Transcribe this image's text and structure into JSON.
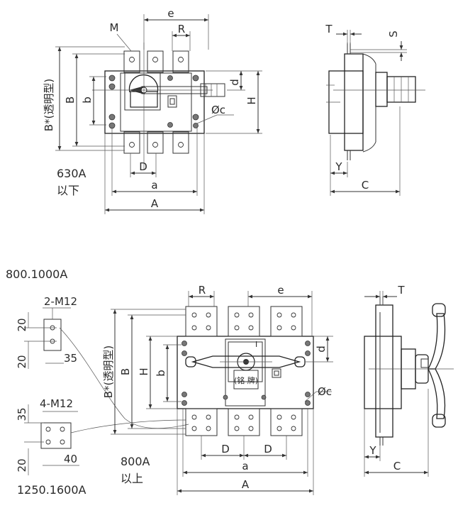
{
  "top": {
    "dims": {
      "e": "e",
      "M": "M",
      "R": "R",
      "d": "d",
      "H": "H",
      "B": "B",
      "b": "b",
      "Bt": "B*(透明型)",
      "c": "Øc",
      "D": "D",
      "a": "a",
      "A": "A"
    },
    "rating": [
      "630A",
      "以下"
    ],
    "side": {
      "T": "T",
      "S": "S",
      "Y": "Y",
      "C": "C"
    }
  },
  "bottom": {
    "title": "800.1000A",
    "title2": "1250.1600A",
    "dims": {
      "R": "R",
      "e": "e",
      "d": "d",
      "c": "Øc",
      "B": "B",
      "H": "H",
      "b": "b",
      "Bt": "B*(透明型)",
      "D1": "D",
      "D2": "D",
      "a": "a",
      "A": "A"
    },
    "plate": "(铭 牌)",
    "rating": [
      "800A",
      "以上"
    ],
    "side": {
      "T": "T",
      "Y": "Y",
      "C": "C"
    },
    "detail1": {
      "label": "2-M12",
      "n1": "20",
      "n2": "20",
      "n3": "35"
    },
    "detail2": {
      "label": "4-M12",
      "n1": "35",
      "n2": "20",
      "n3": "40"
    }
  }
}
